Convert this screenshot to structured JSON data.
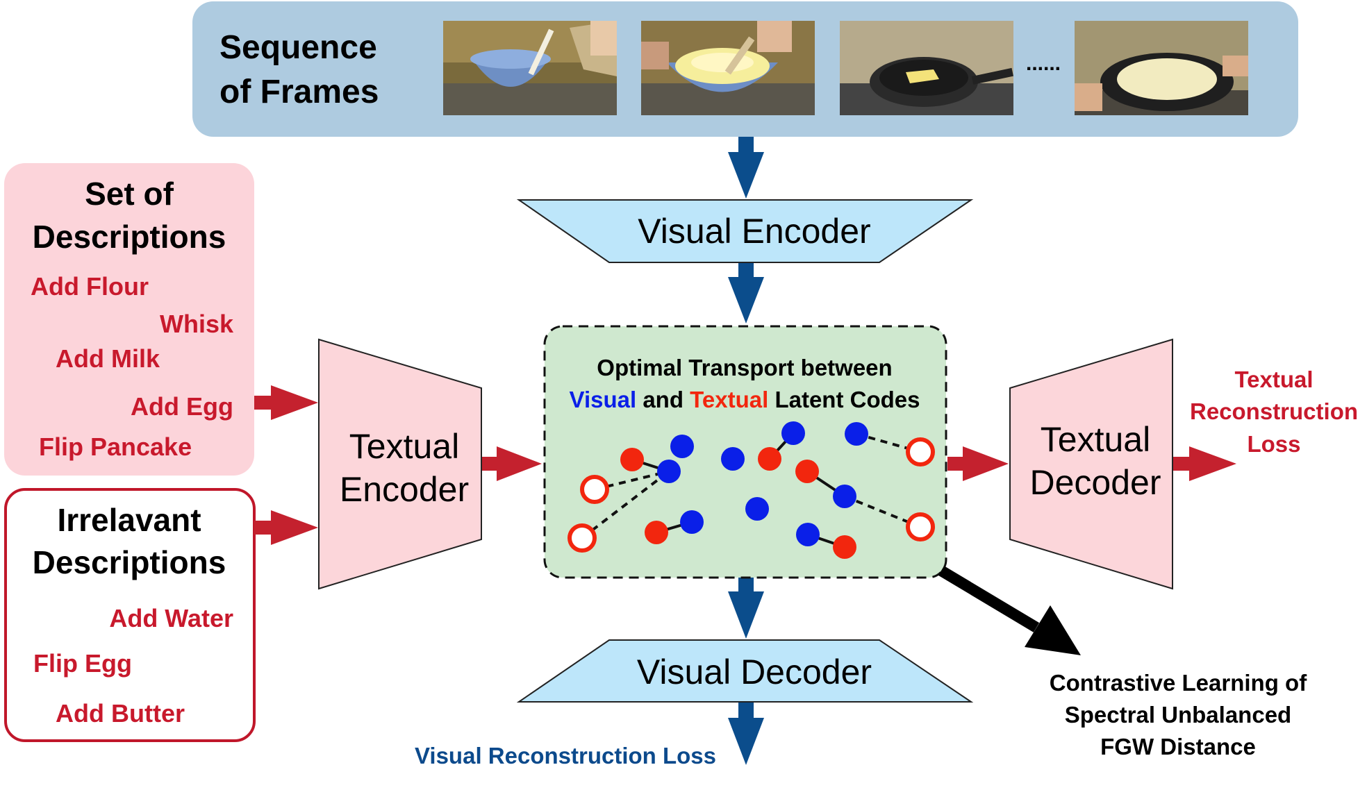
{
  "frames_panel": {
    "title_line1": "Sequence",
    "title_line2": "of Frames",
    "ellipsis": "......",
    "frames": [
      {
        "scene": "bowl-pouring"
      },
      {
        "scene": "bowl-whisking"
      },
      {
        "scene": "pan-butter"
      },
      {
        "scene": "pan-pancake"
      }
    ]
  },
  "visual_encoder": {
    "label": "Visual Encoder"
  },
  "visual_decoder": {
    "label": "Visual Decoder"
  },
  "textual_encoder": {
    "line1": "Textual",
    "line2": "Encoder"
  },
  "textual_decoder": {
    "line1": "Textual",
    "line2": "Decoder"
  },
  "descriptions": {
    "title_line1": "Set of",
    "title_line2": "Descriptions",
    "items": [
      "Add Flour",
      "Whisk",
      "Add Milk",
      "Add Egg",
      "Flip Pancake"
    ]
  },
  "irrelevant": {
    "title_line1": "Irrelavant",
    "title_line2": "Descriptions",
    "items": [
      "Add Water",
      "Flip Egg",
      "Add Butter"
    ]
  },
  "ot_box": {
    "title_line1": "Optimal Transport between",
    "word_visual": "Visual",
    "word_and": "and",
    "word_textual": "Textual",
    "word_rest": "Latent Codes"
  },
  "textual_loss": {
    "line1": "Textual",
    "line2": "Reconstruction",
    "line3": "Loss"
  },
  "visual_loss": {
    "label": "Visual Reconstruction Loss"
  },
  "contrastive": {
    "line1": "Contrastive Learning of",
    "line2": "Spectral Unbalanced",
    "line3": "FGW Distance"
  },
  "colors": {
    "frames_bg": "#aecbe0",
    "visual_block": "#bde6fa",
    "textual_block": "#fcd6da",
    "desc_bg": "#fcd4da",
    "ot_bg": "#cfe8cf",
    "red_text": "#c8192c",
    "blue_text": "#0c4a8c",
    "arrow_blue": "#0b4d8c",
    "arrow_red": "#c4212e",
    "visual_dot": "#0a1fe8",
    "text_dot": "#f2260e"
  }
}
